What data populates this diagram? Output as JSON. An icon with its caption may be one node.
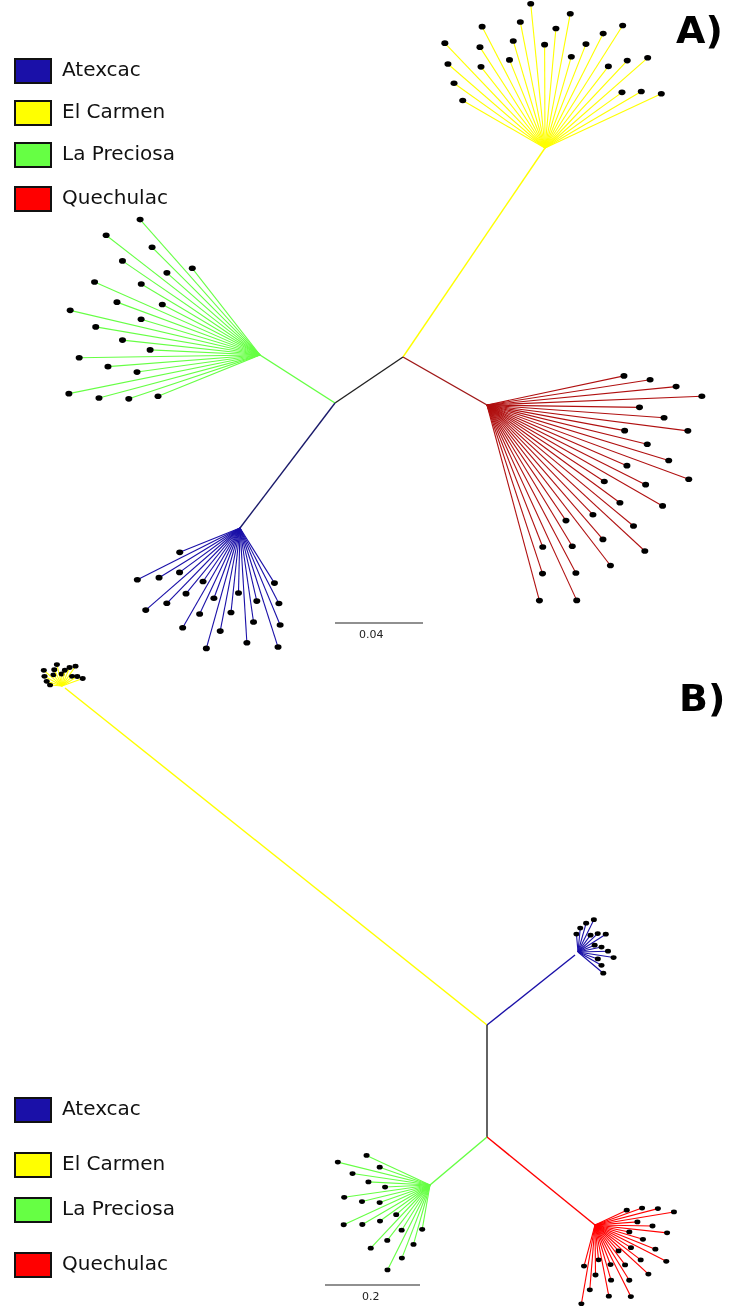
{
  "diagram": {
    "labels": [
      "A)",
      "0.04",
      "B)",
      "0.2"
    ],
    "legend": [
      {
        "text": "Atexcac",
        "color": "#1a10a8"
      },
      {
        "text": "El Carmen",
        "color": "#ffff00"
      },
      {
        "text": "La Preciosa",
        "color": "#66ff44"
      },
      {
        "text": "Quechulac",
        "color": "#ff0000"
      },
      {
        "text": "Atexcac",
        "color": "#1a10a8"
      },
      {
        "text": "El Carmen",
        "color": "#ffff00"
      },
      {
        "text": "La Preciosa",
        "color": "#66ff44"
      },
      {
        "text": "Quechulac",
        "color": "#ff0000"
      }
    ]
  }
}
